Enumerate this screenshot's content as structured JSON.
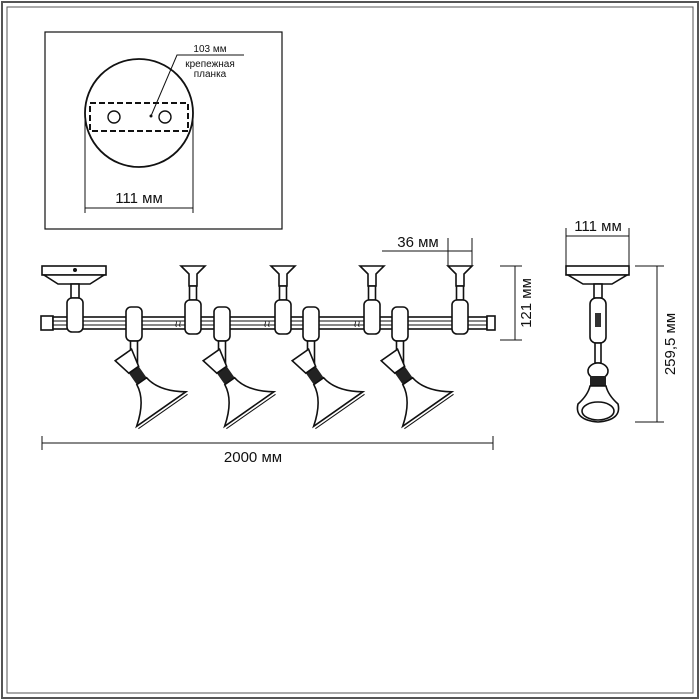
{
  "inset": {
    "plate_dim": "103 мм",
    "plate_label_line1": "крепежная",
    "plate_label_line2": "планка",
    "canopy_diameter": "111 мм"
  },
  "front_view": {
    "spacing_dim": "36 мм",
    "height_dim": "121 мм",
    "length_dim": "2000 мм"
  },
  "side_view": {
    "canopy_dim": "111 мм",
    "height_dim": "259,5 мм"
  }
}
